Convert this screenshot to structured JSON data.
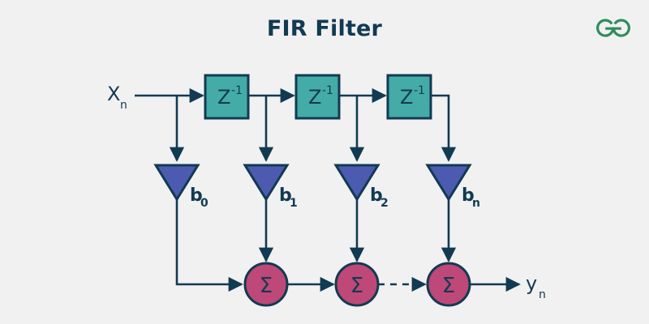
{
  "page": {
    "background_color": "#f1f1f1",
    "title": "FIR Filter"
  },
  "logo": {
    "name": "geeksforgeeks-logo",
    "color": "#2F8D5B"
  },
  "colors": {
    "stroke": "#123A52",
    "delay_fill": "#44ABA6",
    "gain_fill": "#4C5BB0",
    "sum_fill": "#BE4877",
    "text": "#123A52"
  },
  "diagram": {
    "type": "block-diagram",
    "input": {
      "label": "X",
      "sub": "n"
    },
    "output": {
      "label": "y",
      "sub": "n"
    },
    "delay_blocks": [
      {
        "id": "delay-1",
        "label": "Z",
        "exponent": "-1"
      },
      {
        "id": "delay-2",
        "label": "Z",
        "exponent": "-1"
      },
      {
        "id": "delay-3",
        "label": "Z",
        "exponent": "-1"
      }
    ],
    "gain_blocks": [
      {
        "id": "gain-b0",
        "label": "b",
        "sub": "0"
      },
      {
        "id": "gain-b1",
        "label": "b",
        "sub": "1"
      },
      {
        "id": "gain-b2",
        "label": "b",
        "sub": "2"
      },
      {
        "id": "gain-bn",
        "label": "b",
        "sub": "n"
      }
    ],
    "sum_nodes": [
      {
        "id": "sum-1",
        "label": "Σ"
      },
      {
        "id": "sum-2",
        "label": "Σ"
      },
      {
        "id": "sum-3",
        "label": "Σ"
      }
    ],
    "dashed_connector": {
      "from": "sum-2",
      "to": "sum-3",
      "style": "dashed"
    }
  }
}
